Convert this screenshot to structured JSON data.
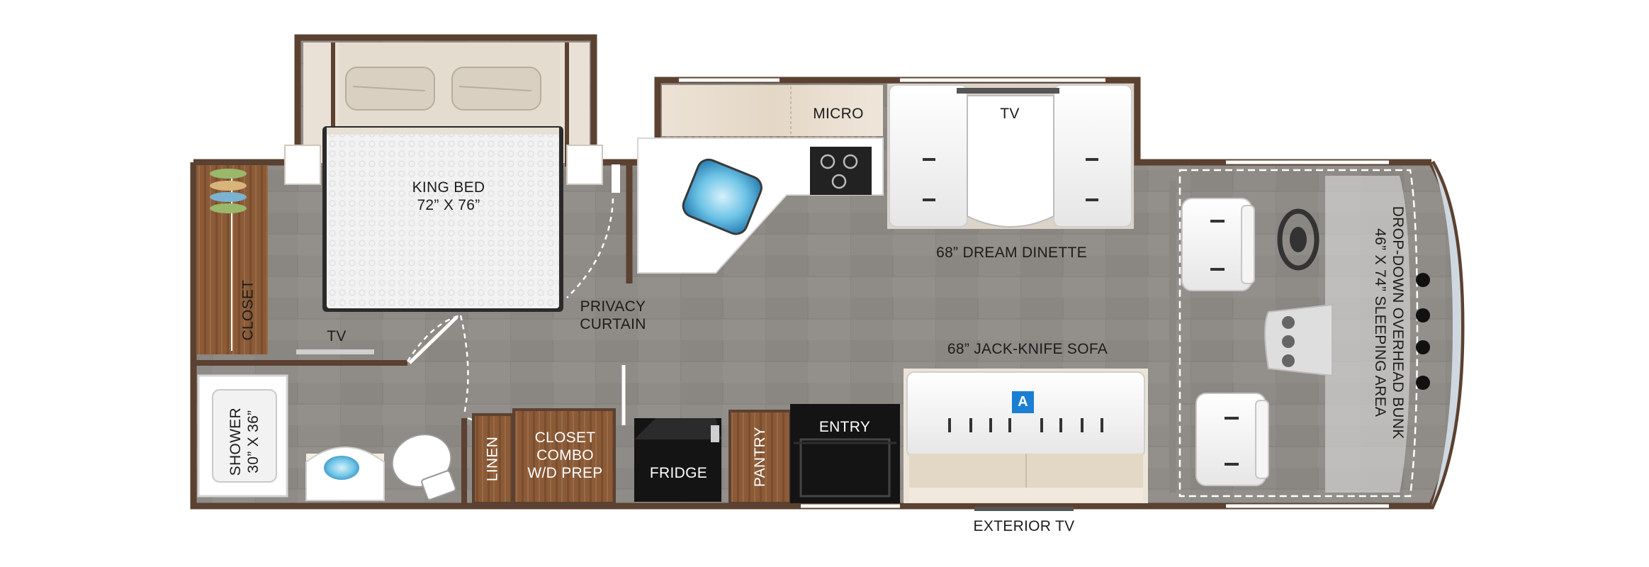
{
  "labels": {
    "king_bed": {
      "line1": "KING BED",
      "line2": "72” X 76”"
    },
    "closet_left": "CLOSET",
    "tv_bedroom": "TV",
    "privacy_curtain": {
      "line1": "PRIVACY",
      "line2": "CURTAIN"
    },
    "micro": "MICRO",
    "tv_dinette": "TV",
    "dream_dinette": "68” DREAM DINETTE",
    "jack_knife_sofa": "68” JACK-KNIFE SOFA",
    "shower": {
      "line1": "SHOWER",
      "line2": "30” X 36”"
    },
    "linen": "LINEN",
    "closet_combo": {
      "line1": "CLOSET",
      "line2": "COMBO",
      "line3": "W/D PREP"
    },
    "fridge": "FRIDGE",
    "pantry": "PANTRY",
    "entry": "ENTRY",
    "exterior_tv": "EXTERIOR TV",
    "bunk": {
      "line1": "DROP-DOWN OVERHEAD BUNK",
      "line2": "46” X 74” SLEEPING AREA"
    },
    "badge": "A"
  },
  "colors": {
    "floor": "#8d8985",
    "wall": "#5b4131",
    "cabinet_light": "#e8dccd",
    "wood": "#8a5a36",
    "appliance": "#1a1a1a",
    "badge": "#1a7fd4"
  }
}
